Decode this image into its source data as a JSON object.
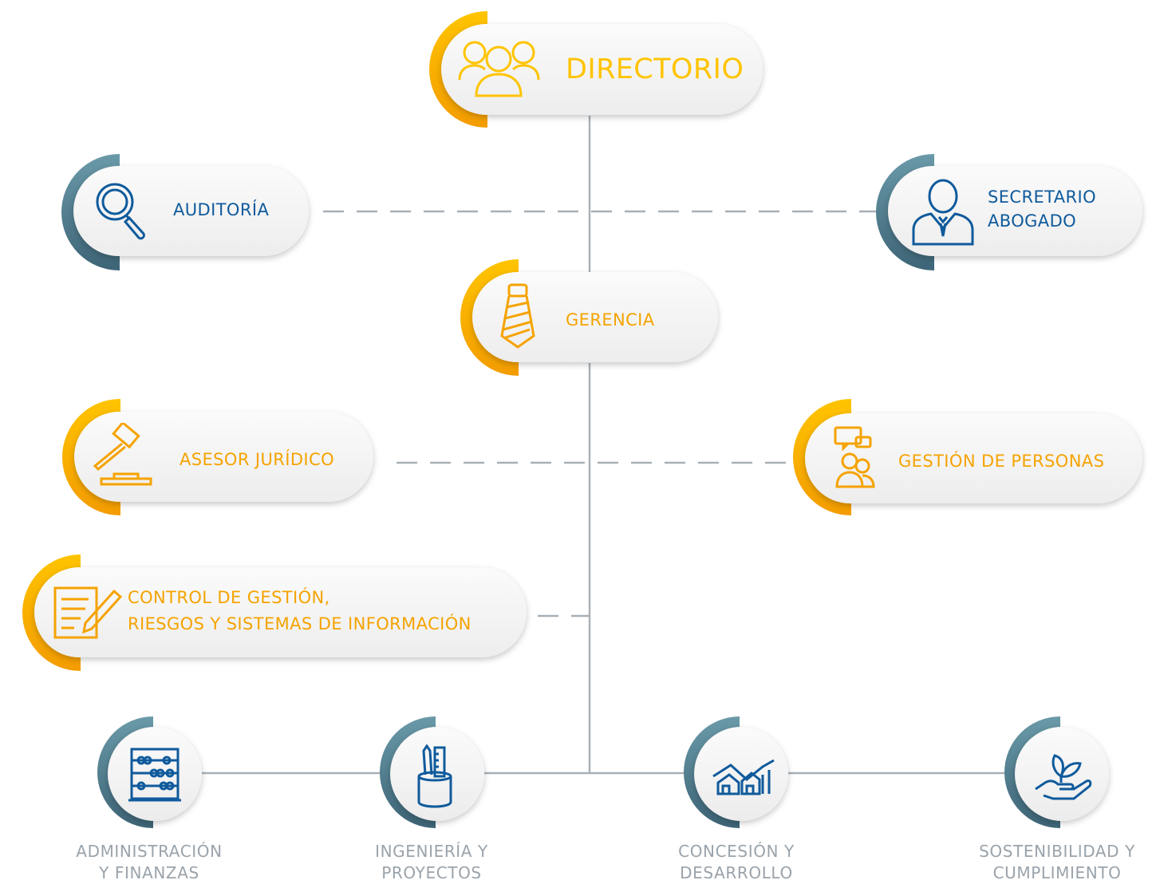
{
  "colors": {
    "gold": "#f5a300",
    "gold_light": "#ffc400",
    "blue": "#0f5a9c",
    "teal": "#5f8f9f",
    "line": "#a7b0b7",
    "label_gray": "#9aa3ab"
  },
  "directorio": {
    "label": "DIRECTORIO",
    "icon": "group-people-icon"
  },
  "auditoria": {
    "label": "AUDITORÍA",
    "icon": "magnifier-icon"
  },
  "secretario": {
    "line1": "SECRETARIO",
    "line2": "ABOGADO",
    "icon": "businessman-icon"
  },
  "gerencia": {
    "label": "GERENCIA",
    "icon": "necktie-icon"
  },
  "asesor": {
    "label": "ASESOR JURÍDICO",
    "icon": "gavel-icon"
  },
  "gestion_personas": {
    "label": "GESTIÓN DE PERSONAS",
    "icon": "people-chat-icon"
  },
  "control": {
    "line1": "CONTROL DE GESTIÓN,",
    "line2": "RIESGOS Y SISTEMAS DE INFORMACIÓN",
    "icon": "document-pen-icon"
  },
  "departments": [
    {
      "line1": "ADMINISTRACIÓN",
      "line2": "Y FINANZAS",
      "icon": "abacus-icon"
    },
    {
      "line1": "INGENIERÍA Y",
      "line2": "PROYECTOS",
      "icon": "ruler-pencil-cup-icon"
    },
    {
      "line1": "CONCESIÓN Y",
      "line2": "DESARROLLO",
      "icon": "houses-growth-icon"
    },
    {
      "line1": "SOSTENIBILIDAD Y",
      "line2": "CUMPLIMIENTO",
      "icon": "hand-plant-icon"
    }
  ]
}
